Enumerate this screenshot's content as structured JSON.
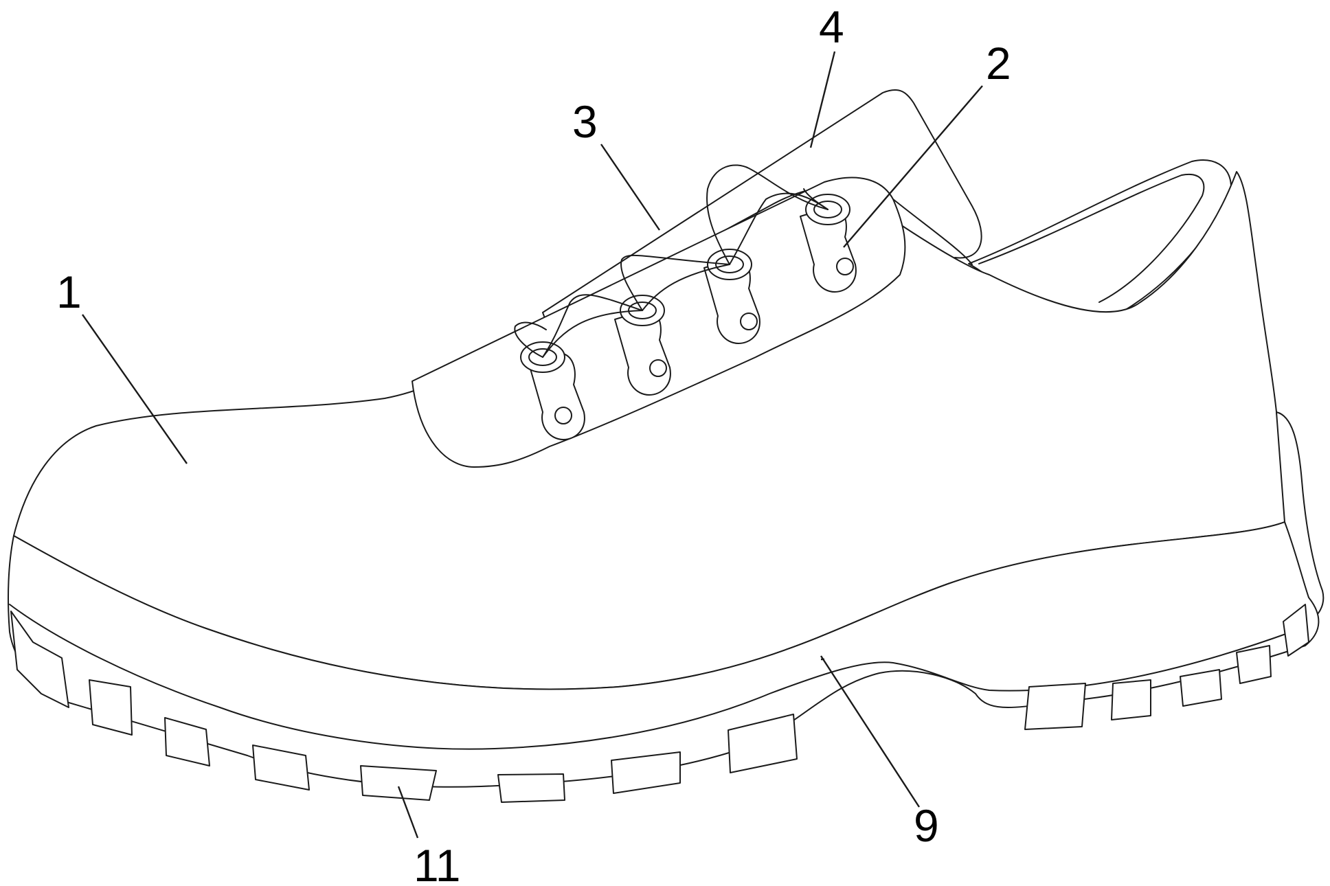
{
  "labels": {
    "upper": "1",
    "eyelet": "2",
    "lace": "3",
    "tongue": "4",
    "sole": "9",
    "tread_block": "11"
  }
}
